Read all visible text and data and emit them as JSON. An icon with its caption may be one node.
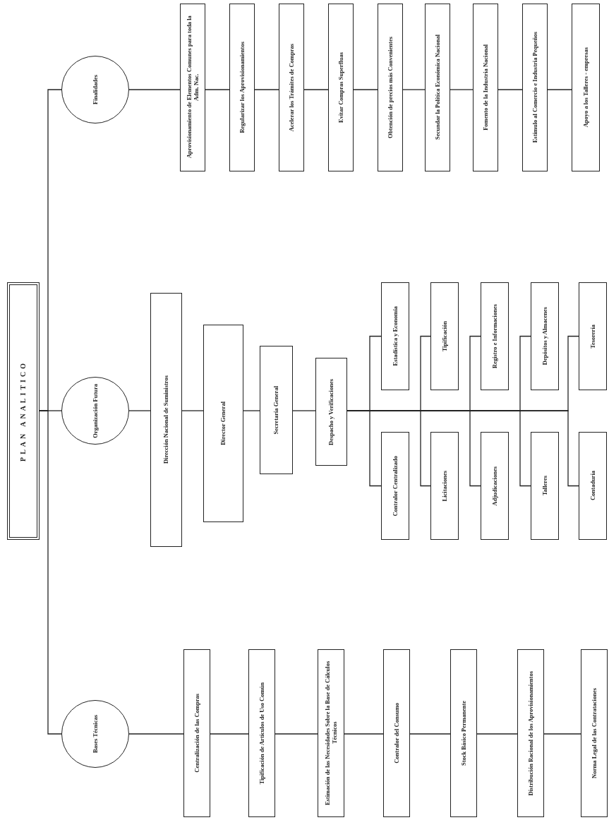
{
  "diagram": {
    "nodes": [
      {
        "text": [
          "PLAN ANALITICO"
        ]
      },
      {
        "text": [
          "Finalidades"
        ]
      },
      {
        "text": [
          "Aprovisionamiento de Elementos Comunes para toda la Adm. Nac."
        ]
      },
      {
        "text": [
          "Regularizar los Aprovisionamientos"
        ]
      },
      {
        "text": [
          "Acelerar los Trámites de Compras"
        ]
      },
      {
        "text": [
          "Evitar Compras Superfluas"
        ]
      },
      {
        "text": [
          "Obtención de precios más Convenientes"
        ]
      },
      {
        "text": [
          "Secundar la Política Económica Nacional"
        ]
      },
      {
        "text": [
          "Fomento de la Industria Nacional"
        ]
      },
      {
        "text": [
          "Estímulo al Comercio e Industria Pequeños"
        ]
      },
      {
        "text": [
          "Apoyo a los Talleres - empresas"
        ]
      },
      {
        "text": [
          "Organización Futura"
        ]
      },
      {
        "text": [
          "Dirección Nacional de Suministros"
        ]
      },
      {
        "text": [
          "Director General"
        ]
      },
      {
        "text": [
          "Secretaría General"
        ]
      },
      {
        "text": [
          "Despacho y Verificaciones"
        ]
      },
      {
        "text": [
          "Estadística y Economía"
        ]
      },
      {
        "text": [
          "Contralor Centralizado"
        ]
      },
      {
        "text": [
          "Tipificación"
        ]
      },
      {
        "text": [
          "Licitaciones"
        ]
      },
      {
        "text": [
          "Registro e Informaciones"
        ]
      },
      {
        "text": [
          "Adjudicaciones"
        ]
      },
      {
        "text": [
          "Depósitos y Almacenes"
        ]
      },
      {
        "text": [
          "Talleres"
        ]
      },
      {
        "text": [
          "Tesorería"
        ]
      },
      {
        "text": [
          "Contaduría"
        ]
      },
      {
        "text": [
          "Bases Técnicas"
        ]
      },
      {
        "text": [
          "Centralización de las Compras"
        ]
      },
      {
        "text": [
          "Tipificación de Artículos de Uso Común"
        ]
      },
      {
        "text": [
          "Estimación de las Necesidades Sobre la Base de Cálculos Técnicos"
        ]
      },
      {
        "text": [
          "Contralor del Consumo"
        ]
      },
      {
        "text": [
          "Stock Básico Permanente"
        ]
      },
      {
        "text": [
          "Distribución Racional de los Aprovisionamientos"
        ]
      },
      {
        "text": [
          "Norma Legal de las Contrataciones"
        ]
      }
    ],
    "edges": [
      {
        "from": 0,
        "to": 1,
        "arrow": "none"
      },
      {
        "from": 0,
        "to": 11,
        "arrow": "none"
      },
      {
        "from": 0,
        "to": 26,
        "arrow": "none"
      },
      {
        "from": 1,
        "to": 2,
        "arrow": "none"
      },
      {
        "from": 2,
        "to": 3,
        "arrow": "none"
      },
      {
        "from": 3,
        "to": 4,
        "arrow": "none"
      },
      {
        "from": 4,
        "to": 5,
        "arrow": "none"
      },
      {
        "from": 5,
        "to": 6,
        "arrow": "none"
      },
      {
        "from": 6,
        "to": 7,
        "arrow": "none"
      },
      {
        "from": 7,
        "to": 8,
        "arrow": "none"
      },
      {
        "from": 8,
        "to": 9,
        "arrow": "none"
      },
      {
        "from": 9,
        "to": 10,
        "arrow": "none"
      },
      {
        "from": 11,
        "to": 12,
        "arrow": "none"
      },
      {
        "from": 12,
        "to": 13,
        "arrow": "none"
      },
      {
        "from": 13,
        "to": 14,
        "arrow": "none"
      },
      {
        "from": 14,
        "to": 15,
        "arrow": "none"
      },
      {
        "from": 15,
        "to": 16,
        "arrow": "none"
      },
      {
        "from": 15,
        "to": 17,
        "arrow": "none"
      },
      {
        "from": 15,
        "to": 18,
        "arrow": "none"
      },
      {
        "from": 15,
        "to": 19,
        "arrow": "none"
      },
      {
        "from": 15,
        "to": 20,
        "arrow": "none"
      },
      {
        "from": 15,
        "to": 21,
        "arrow": "none"
      },
      {
        "from": 15,
        "to": 22,
        "arrow": "none"
      },
      {
        "from": 15,
        "to": 23,
        "arrow": "none"
      },
      {
        "from": 15,
        "to": 24,
        "arrow": "none"
      },
      {
        "from": 15,
        "to": 25,
        "arrow": "none"
      },
      {
        "from": 26,
        "to": 27,
        "arrow": "none"
      },
      {
        "from": 27,
        "to": 28,
        "arrow": "none"
      },
      {
        "from": 28,
        "to": 29,
        "arrow": "none"
      },
      {
        "from": 29,
        "to": 30,
        "arrow": "none"
      },
      {
        "from": 30,
        "to": 31,
        "arrow": "none"
      },
      {
        "from": 31,
        "to": 32,
        "arrow": "none"
      },
      {
        "from": 32,
        "to": 33,
        "arrow": "none"
      }
    ]
  }
}
